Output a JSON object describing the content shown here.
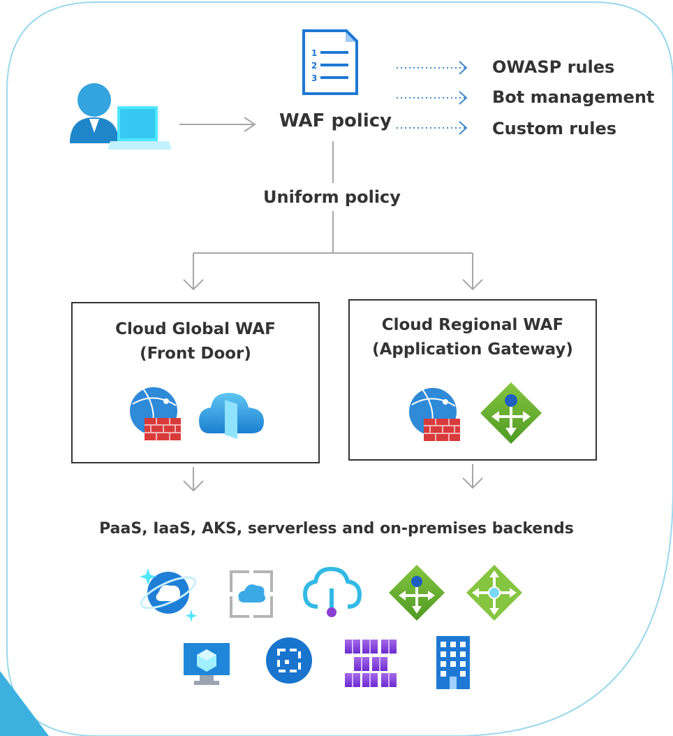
{
  "waf_policy": {
    "label": "WAF policy",
    "rules": [
      "OWASP rules",
      "Bot management",
      "Custom rules"
    ]
  },
  "uniform_policy_label": "Uniform policy",
  "global_waf": {
    "title_line1": "Cloud Global WAF",
    "title_line2": "(Front Door)"
  },
  "regional_waf": {
    "title_line1": "Cloud Regional WAF",
    "title_line2": "(Application Gateway)"
  },
  "backends_label": "PaaS, IaaS, AKS, serverless and on-premises backends",
  "icons": {
    "document": "document-list-icon",
    "user": "user-laptop-icon",
    "waf": "waf-firewall-icon",
    "front_door": "front-door-icon",
    "app_gateway": "application-gateway-icon",
    "cosmos": "cosmos-db-icon",
    "app_service_env": "app-service-environment-icon",
    "api_app": "api-app-icon",
    "load_balancer": "load-balancer-icon",
    "virtual_machine": "virtual-machine-icon",
    "container_instance": "container-instance-icon",
    "kubernetes": "kubernetes-service-icon",
    "on_premises": "building-icon"
  },
  "colors": {
    "frame": "#9ad8ec",
    "corner": "#3cb1e0",
    "dotted_arrow": "#3d86c6",
    "connector": "#a6a6a6",
    "box_border": "#333333"
  }
}
